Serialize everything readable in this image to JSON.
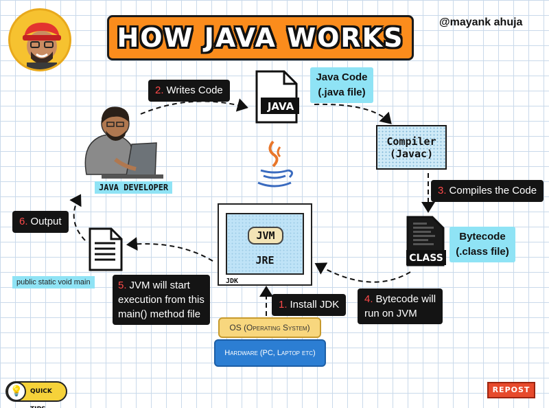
{
  "title": "HOW JAVA WORKS",
  "author": "@mayank ahuja",
  "nodes": {
    "java_file_icon": "JAVA",
    "java_code_label": [
      "Java Code",
      "(.java file)"
    ],
    "compiler": [
      "Compiler",
      "(Javac)"
    ],
    "class_file_icon": "CLASS",
    "bytecode_label": [
      "Bytecode",
      "(.class file)"
    ],
    "developer_label": "JAVA DEVELOPER",
    "jvm": "JVM",
    "jre": "JRE",
    "jdk": "JDK",
    "os": "OS (Operating System)",
    "hardware": "Hardware (PC, Laptop etc)",
    "main_method": "public static void main"
  },
  "steps": {
    "s1": {
      "num": "1.",
      "text": "Install JDK"
    },
    "s2": {
      "num": "2.",
      "text": "Writes Code"
    },
    "s3": {
      "num": "3.",
      "text": "Compiles the Code"
    },
    "s4": {
      "num": "4.",
      "line1": "Bytecode will",
      "line2": "run on JVM"
    },
    "s5": {
      "num": "5.",
      "line1": "JVM will start",
      "line2": "execution from this",
      "line3": "main() method file"
    },
    "s6": {
      "num": "6.",
      "text": "Output"
    }
  },
  "badges": {
    "quick_tips": "QUICK TIPS",
    "repost": "REPOST"
  },
  "icons": [
    "java-file-icon",
    "class-file-icon",
    "java-coffee-cup-icon",
    "document-icon",
    "lightbulb-icon",
    "developer-illustration",
    "avatar"
  ],
  "colors": {
    "title_bg": "#fb8c1c",
    "accent_cyan": "#8fe3f5",
    "step_number_red": "#ff4a4a",
    "os_yellow": "#f8d77e",
    "hardware_blue": "#2c7ed3"
  }
}
